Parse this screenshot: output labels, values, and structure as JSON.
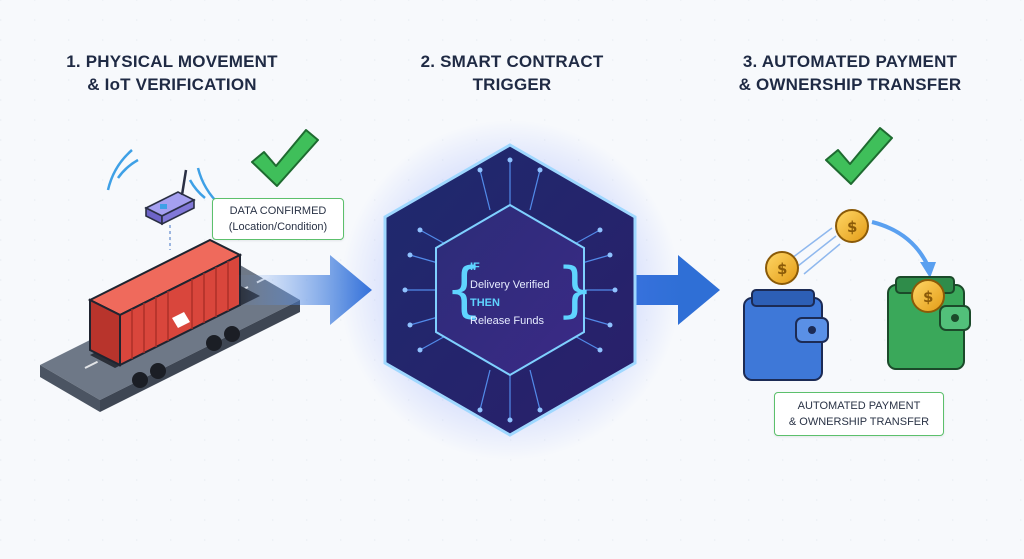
{
  "stages": [
    {
      "title": "1. PHYSICAL MOVEMENT\n& IoT VERIFICATION"
    },
    {
      "title": "2. SMART CONTRACT\nTRIGGER"
    },
    {
      "title": "3. AUTOMATED PAYMENT\n& OWNERSHIP TRANSFER"
    }
  ],
  "callouts": {
    "data_confirmed": "DATA CONFIRMED\n(Location/Condition)",
    "payment": "AUTOMATED PAYMENT\n& OWNERSHIP TRANSFER"
  },
  "contract": {
    "open_brace": "{",
    "close_brace": "}",
    "if_keyword": "IF",
    "condition": "Delivery Verified",
    "then_keyword": "THEN",
    "action": "Release Funds"
  },
  "icons": [
    "iot-sensor-icon",
    "shipping-container-icon",
    "checkmark-icon",
    "arrow-right-icon",
    "smart-contract-hexagon-icon",
    "coin-icon",
    "wallet-icon"
  ],
  "colors": {
    "check_green": "#3fbf5a",
    "arrow_blue": "#2f6fd6",
    "hex_glow": "#6a4cff",
    "container_red": "#d9463c",
    "wallet_blue": "#3e78d8",
    "wallet_green": "#3aa85a",
    "coin_gold": "#f2b62b"
  }
}
